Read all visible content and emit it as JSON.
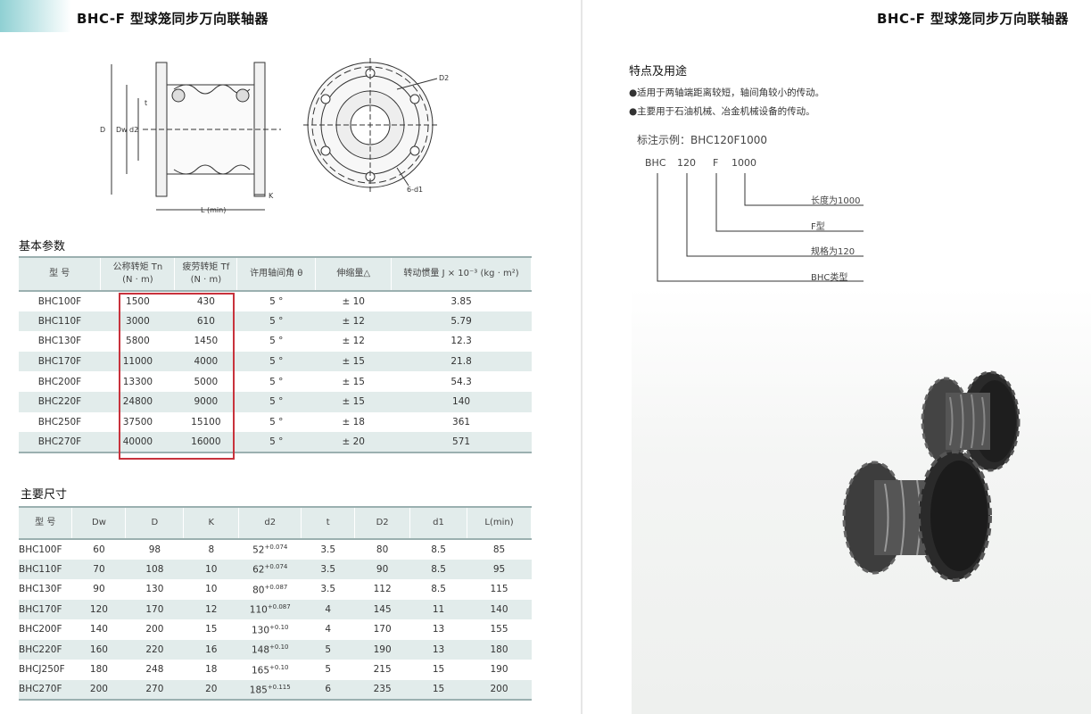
{
  "header": {
    "left_title": "BHC-F 型球笼同步万向联轴器",
    "right_title": "BHC-F 型球笼同步万向联轴器"
  },
  "drawing": {
    "labels": {
      "D": "D",
      "Dw": "Dw",
      "d2": "d2",
      "t": "t",
      "K": "K",
      "L": "L (min)",
      "D2": "D2",
      "holes": "6-d1"
    }
  },
  "basic_params": {
    "title": "基本参数",
    "columns": [
      [
        "型  号",
        ""
      ],
      [
        "公称转矩  Tn",
        "(N · m)"
      ],
      [
        "疲劳转矩 Tf",
        "(N · m)"
      ],
      [
        "许用轴间角 θ",
        ""
      ],
      [
        "伸缩量△",
        ""
      ],
      [
        "转动惯量 J × 10⁻³ (kg · m²)",
        ""
      ]
    ],
    "rows": [
      [
        "BHC100F",
        "1500",
        "430",
        "5 °",
        "± 10",
        "3.85"
      ],
      [
        "BHC110F",
        "3000",
        "610",
        "5 °",
        "± 12",
        "5.79"
      ],
      [
        "BHC130F",
        "5800",
        "1450",
        "5 °",
        "± 12",
        "12.3"
      ],
      [
        "BHC170F",
        "11000",
        "4000",
        "5 °",
        "± 15",
        "21.8"
      ],
      [
        "BHC200F",
        "13300",
        "5000",
        "5 °",
        "± 15",
        "54.3"
      ],
      [
        "BHC220F",
        "24800",
        "9000",
        "5 °",
        "± 15",
        "140"
      ],
      [
        "BHC250F",
        "37500",
        "15100",
        "5 °",
        "± 18",
        "361"
      ],
      [
        "BHC270F",
        "40000",
        "16000",
        "5 °",
        "± 20",
        "571"
      ]
    ]
  },
  "main_dims": {
    "title": "主要尺寸",
    "columns": [
      "型  号",
      "Dw",
      "D",
      "K",
      "d2",
      "t",
      "D2",
      "d1",
      "L(min)"
    ],
    "rows": [
      [
        "BHC100F",
        "60",
        "98",
        "8",
        "52",
        "+0.074",
        "3.5",
        "80",
        "8.5",
        "85"
      ],
      [
        "BHC110F",
        "70",
        "108",
        "10",
        "62",
        "+0.074",
        "3.5",
        "90",
        "8.5",
        "95"
      ],
      [
        "BHC130F",
        "90",
        "130",
        "10",
        "80",
        "+0.087",
        "3.5",
        "112",
        "8.5",
        "115"
      ],
      [
        "BHC170F",
        "120",
        "170",
        "12",
        "110",
        "+0.087",
        "4",
        "145",
        "11",
        "140"
      ],
      [
        "BHC200F",
        "140",
        "200",
        "15",
        "130",
        "+0.10",
        "4",
        "170",
        "13",
        "155"
      ],
      [
        "BHC220F",
        "160",
        "220",
        "16",
        "148",
        "+0.10",
        "5",
        "190",
        "13",
        "180"
      ],
      [
        "BHCJ250F",
        "180",
        "248",
        "18",
        "165",
        "+0.10",
        "5",
        "215",
        "15",
        "190"
      ],
      [
        "BHC270F",
        "200",
        "270",
        "20",
        "185",
        "+0.115",
        "6",
        "235",
        "15",
        "200"
      ]
    ]
  },
  "features": {
    "title": "特点及用途",
    "items": [
      "●适用于两轴端距离较短，轴间角较小的传动。",
      "●主要用于石油机械、冶金机械设备的传动。"
    ]
  },
  "example": {
    "label": "标注示例：BHC120F1000",
    "codes": [
      "BHC",
      "120",
      "F",
      "1000"
    ],
    "legend": [
      "长度为1000",
      "F型",
      "规格为120",
      "BHC类型"
    ]
  }
}
